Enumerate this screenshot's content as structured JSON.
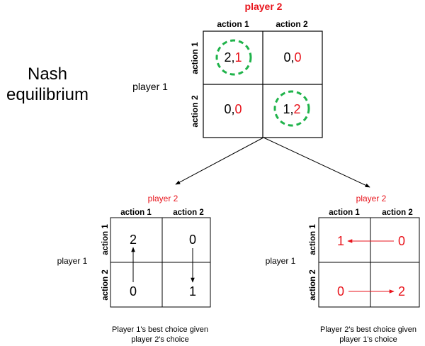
{
  "title": {
    "line1": "Nash",
    "line2": "equilibrium"
  },
  "main_matrix": {
    "column_player": "player 2",
    "row_player": "player 1",
    "column_actions": [
      "action 1",
      "action 2"
    ],
    "row_actions": [
      "action 1",
      "action 2"
    ],
    "cells": [
      [
        {
          "p1": "2",
          "sep": ",",
          "p2": "1",
          "equilibrium": true
        },
        {
          "p1": "0",
          "sep": ",",
          "p2": "0",
          "equilibrium": false
        }
      ],
      [
        {
          "p1": "0",
          "sep": ",",
          "p2": "0",
          "equilibrium": false
        },
        {
          "p1": "1",
          "sep": ",",
          "p2": "2",
          "equilibrium": true
        }
      ]
    ]
  },
  "left_matrix": {
    "column_player": "player 2",
    "row_player": "player 1",
    "column_actions": [
      "action 1",
      "action 2"
    ],
    "row_actions": [
      "action 1",
      "action 2"
    ],
    "cells": [
      [
        "2",
        "0"
      ],
      [
        "0",
        "1"
      ]
    ],
    "caption_line1": "Player 1's best choice given",
    "caption_line2": "player 2's choice"
  },
  "right_matrix": {
    "column_player": "player 2",
    "row_player": "player 1",
    "column_actions": [
      "action 1",
      "action 2"
    ],
    "row_actions": [
      "action 1",
      "action 2"
    ],
    "cells": [
      [
        "1",
        "0"
      ],
      [
        "0",
        "2"
      ]
    ],
    "caption_line1": "Player 2's best choice given",
    "caption_line2": "player 1's choice"
  },
  "colors": {
    "player2_accent": "#e8141c",
    "equilibrium_ring": "#1fb34a",
    "grid": "#000000"
  },
  "icons": {
    "equilibrium_marker": "dashed-green-circle",
    "best_response_marker": "arrow"
  }
}
